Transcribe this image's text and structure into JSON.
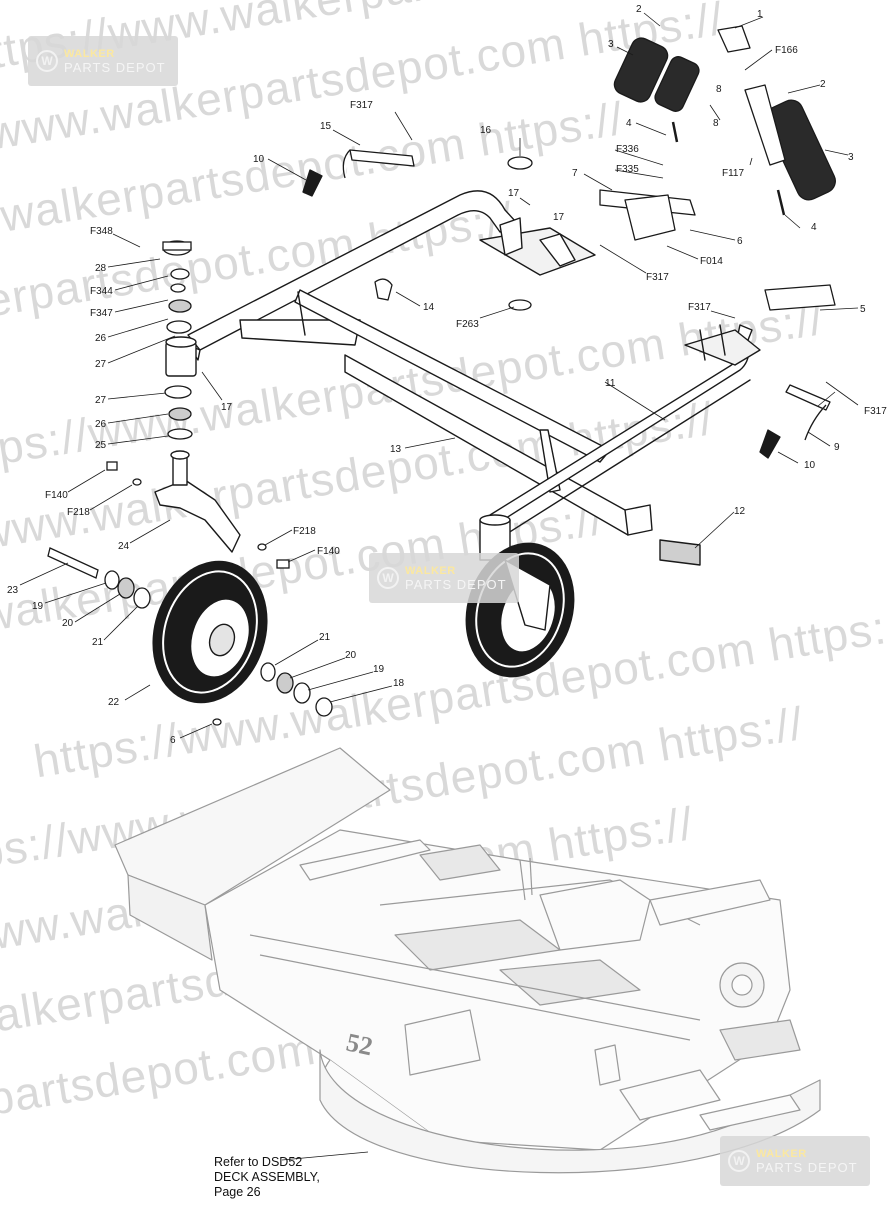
{
  "watermark": {
    "lines": [
      "https://www.walkerpartsdepot.com  https://",
      "https://www.walkerpartsdepot.com  https://",
      "https://www.walkerpartsdepot.com  https://",
      "https://www.walkerpartsdepot.com  https://",
      "https://www.walkerpartsdepot.com  https://",
      "https://www.walkerpartsdepot.com  https://",
      "https://www.walkerpartsdepot.com  https://",
      "https://www.walkerpartsdepot.com  https://",
      "https://www.walkerpartsdepot.com  https://",
      "https://www.walkerpartsdepot.com  https://",
      "https://www.walkerpartsdepot.com  https://",
      "https://www.walkerpartsdepot.com  https://"
    ],
    "badge_line1": "WALKER",
    "badge_line2": "PARTS DEPOT"
  },
  "callouts": {
    "p1": "1",
    "p2": "2",
    "p2b": "2",
    "p3": "3",
    "p3b": "3",
    "p4": "4",
    "p4b": "4",
    "p5": "5",
    "p6": "6",
    "p6b": "6",
    "p7": "7",
    "p8": "8",
    "p8b": "8",
    "p9": "9",
    "p10": "10",
    "p10b": "10",
    "p11": "11",
    "p12": "12",
    "p13": "13",
    "p14": "14",
    "p15": "15",
    "p16": "16",
    "p17": "17",
    "p17b": "17",
    "p17c": "17",
    "p18": "18",
    "p19": "19",
    "p19b": "19",
    "p20": "20",
    "p20b": "20",
    "p21": "21",
    "p21b": "21",
    "p22": "22",
    "p23": "23",
    "p24": "24",
    "p25": "25",
    "p26": "26",
    "p26b": "26",
    "p27": "27",
    "p27b": "27",
    "p28": "28",
    "F166": "F166",
    "F317a": "F317",
    "F317b": "F317",
    "F317c": "F317",
    "F317d": "F317",
    "F336": "F336",
    "F335": "F335",
    "F117": "F117",
    "F014": "F014",
    "F263": "F263",
    "F348": "F348",
    "F344": "F344",
    "F347": "F347",
    "F140a": "F140",
    "F140b": "F140",
    "F218a": "F218",
    "F218b": "F218"
  },
  "deck_number": "52",
  "note": {
    "line1": "Refer to DSD52",
    "line2": "DECK ASSEMBLY,",
    "line3": "Page 26"
  },
  "colors": {
    "line": "#1a1a1a",
    "deck_line": "#9a9a9a",
    "watermark": "#d9d9d9",
    "badge": "#d6d6d6"
  }
}
